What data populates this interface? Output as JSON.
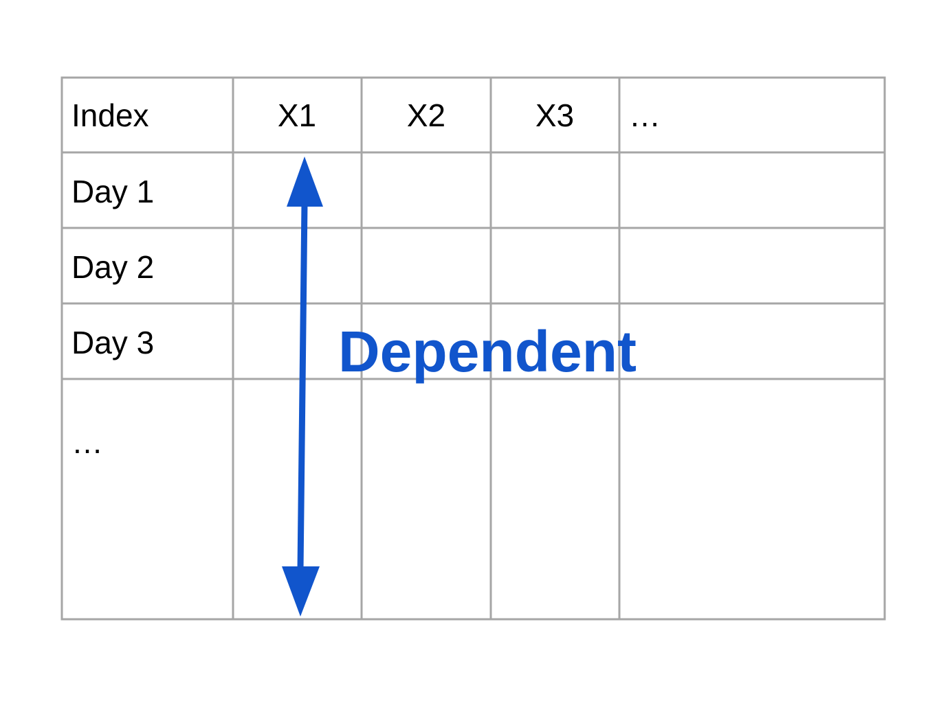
{
  "table": {
    "headers": [
      "Index",
      "X1",
      "X2",
      "X3",
      "…"
    ],
    "rows": [
      [
        "Day 1",
        "",
        "",
        "",
        ""
      ],
      [
        "Day 2",
        "",
        "",
        "",
        ""
      ],
      [
        "Day 3",
        "",
        "",
        "",
        ""
      ],
      [
        "…",
        "",
        "",
        "",
        ""
      ]
    ]
  },
  "annotation": {
    "label": "Dependent",
    "color": "#1155cc",
    "arrow": "double-headed-vertical"
  },
  "colors": {
    "grid": "#a6a6a6",
    "text": "#000000",
    "accent": "#1155cc"
  }
}
